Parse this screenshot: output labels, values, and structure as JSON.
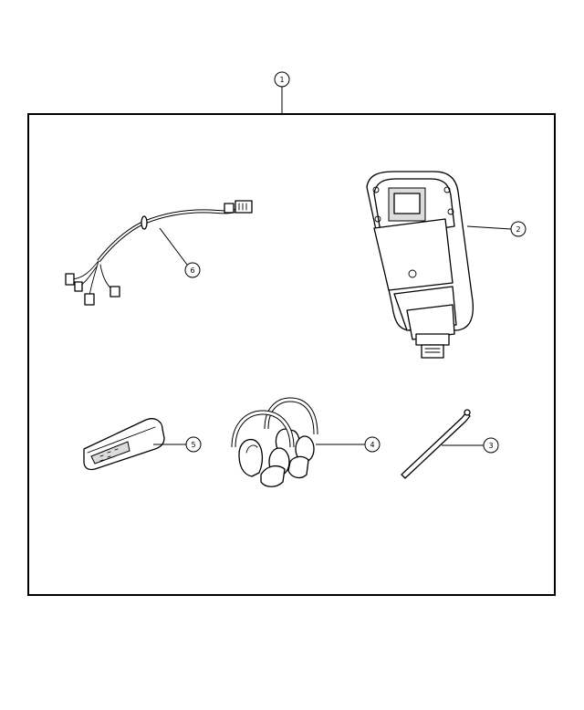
{
  "callouts": {
    "kit": "1",
    "dvd_player": "2",
    "stylus": "3",
    "headphones": "4",
    "remote": "5",
    "wiring_harness": "6"
  }
}
